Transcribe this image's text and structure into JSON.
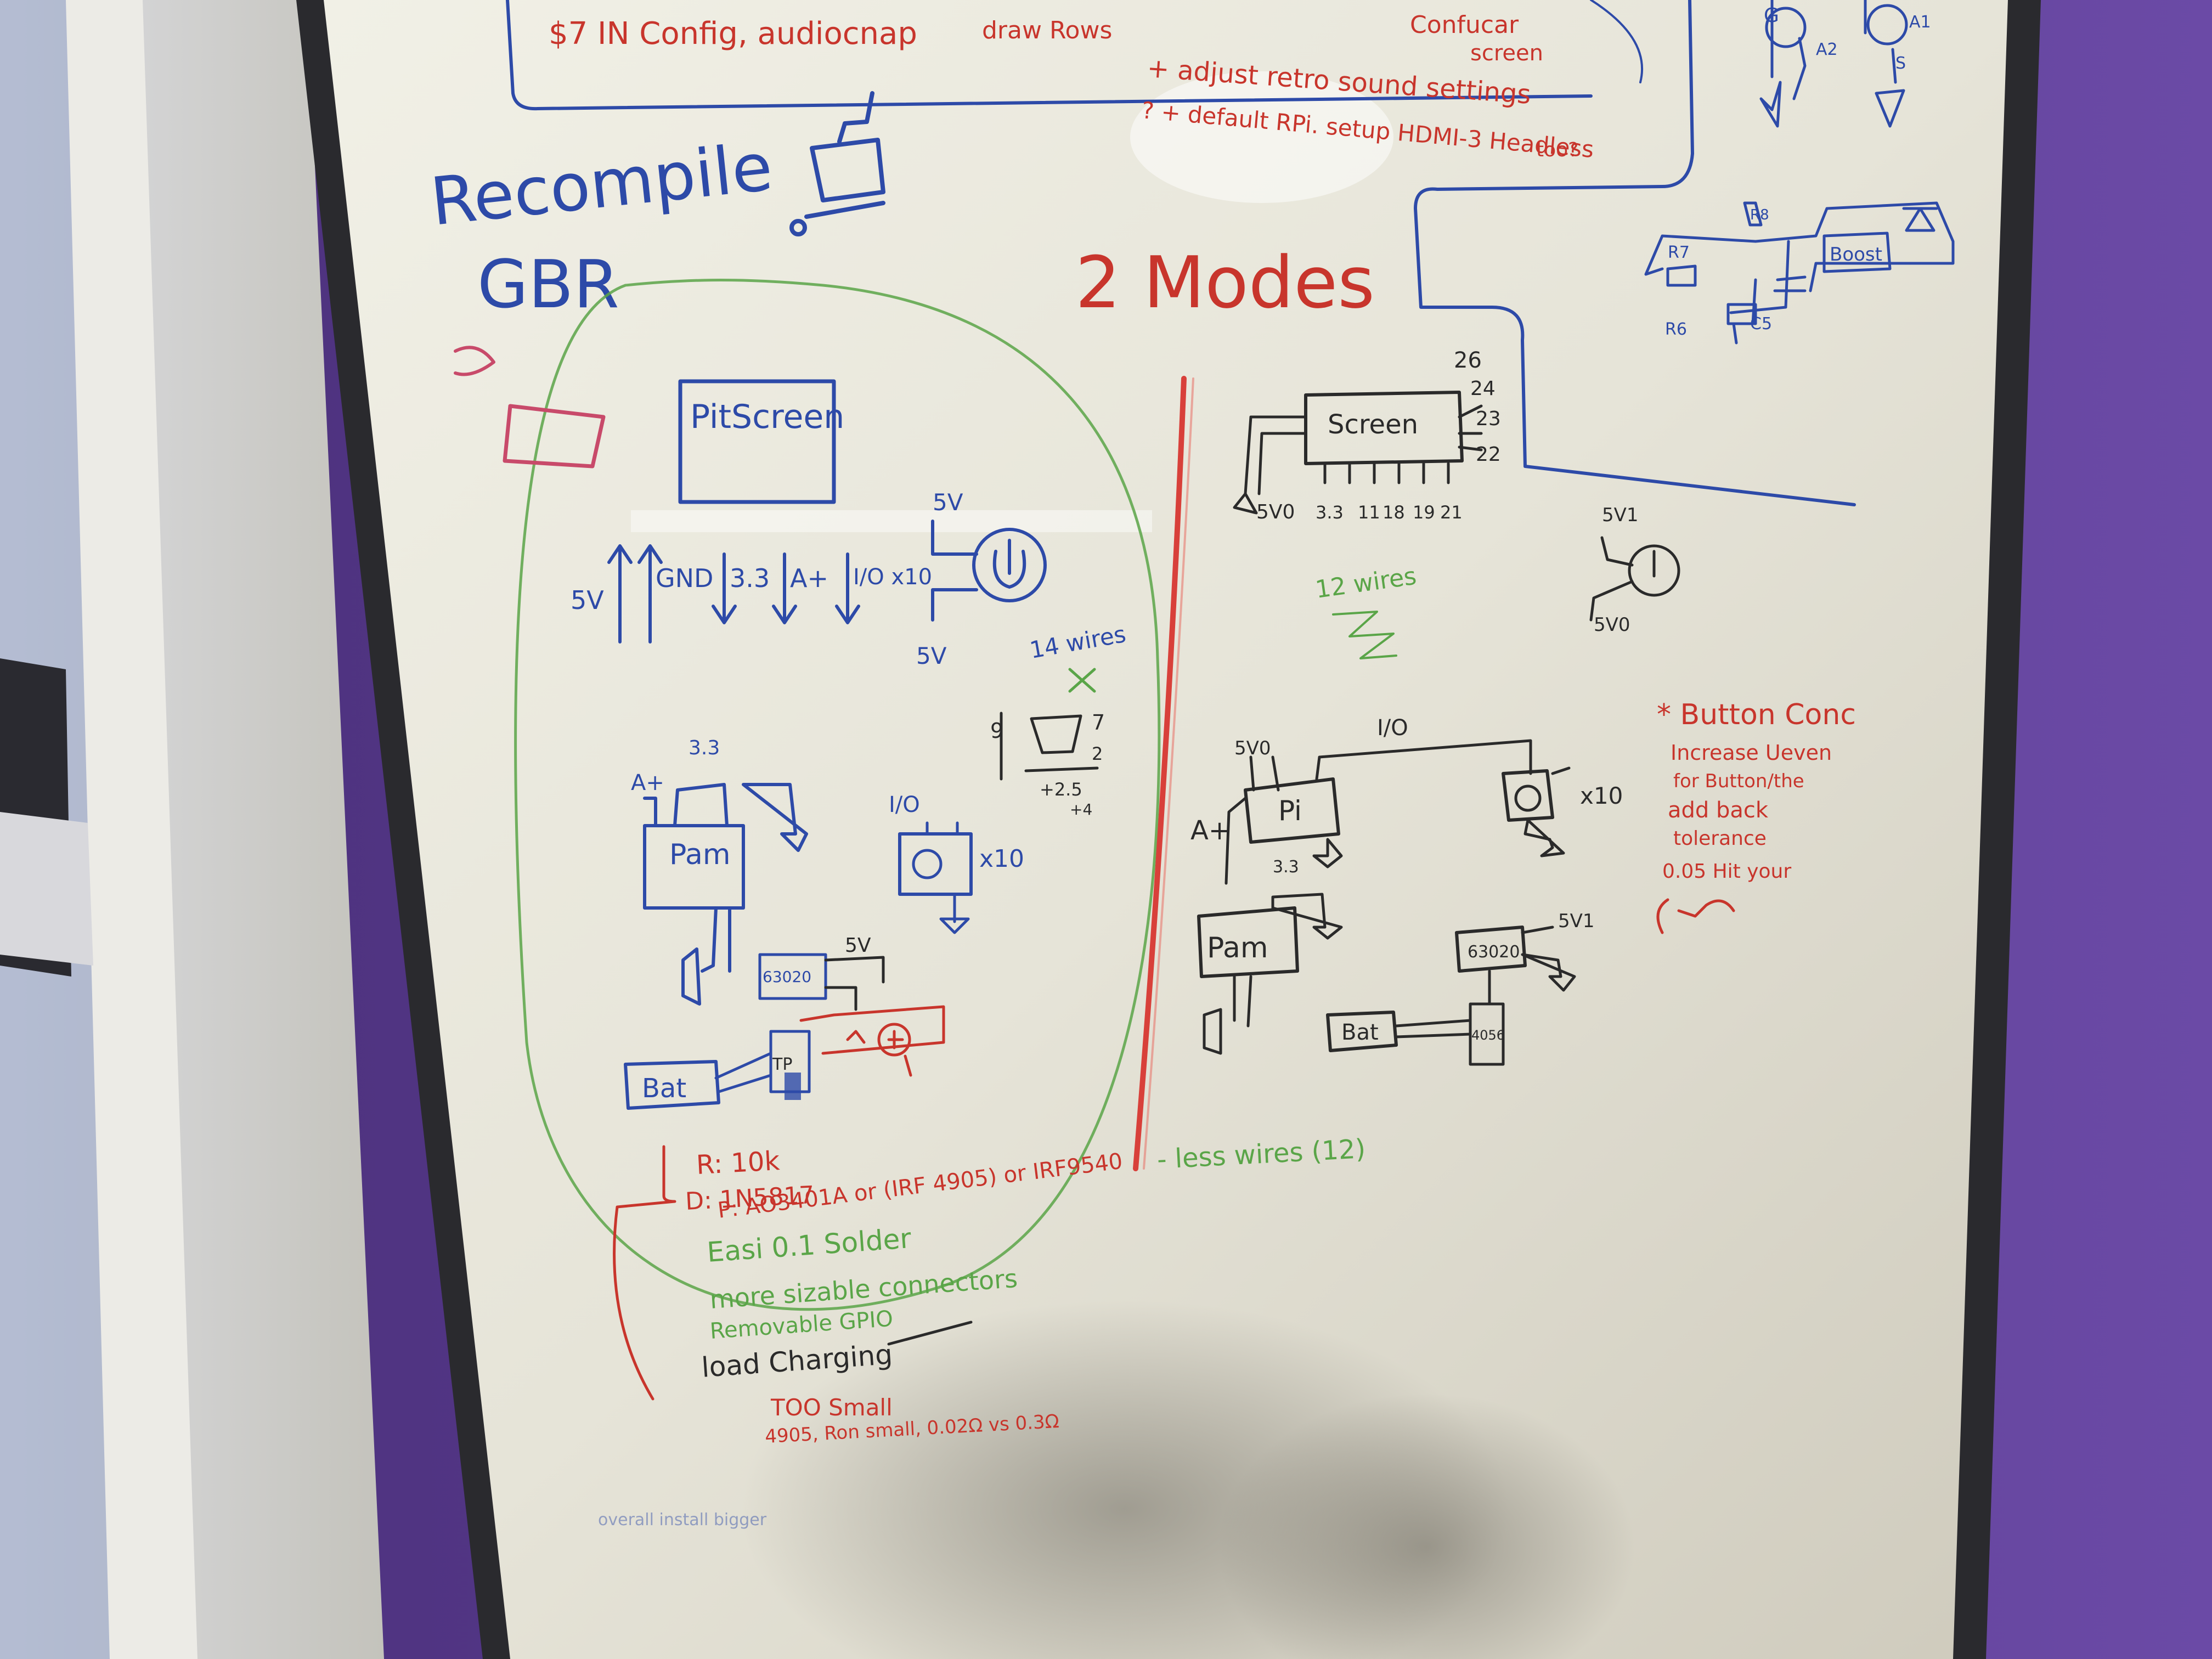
{
  "colors": {
    "board": "#e8e6dc",
    "purple_wall": "#5a3c8e",
    "frame": "#2a2a2e",
    "blue_marker": "#2d4aa8",
    "red_marker": "#c8352c",
    "green_marker": "#5aa548",
    "black_marker": "#2a2a2a"
  },
  "top_notes": {
    "line1": "$7 IN Config, audiocnap",
    "line1b": "draw Rows",
    "line1c": "Confucar",
    "line1d": "screen",
    "line2": "+ adjust retro sound settings",
    "line3": "? + default RPi. setup HDMI-3 Headless",
    "line3b": "too?"
  },
  "titles": {
    "recompile": "Recompile",
    "gbr": "GBR",
    "two_modes": "2 Modes"
  },
  "left_mode": {
    "pitscreen": "PitScreen",
    "pins": [
      "5V",
      "GND",
      "3.3",
      "A+",
      "I/O x10"
    ],
    "sw_top": "5V",
    "sw_bottom": "5V",
    "wires_count": "14 wires",
    "conn_labels": [
      "9",
      "7",
      "2",
      "+2.5",
      "+4"
    ],
    "amp_label": "Pam",
    "amp_33": "3.3",
    "amp_a": "A+",
    "io_label": "I/O",
    "x10": "x10",
    "boost": "63020",
    "boost_5v": "5V",
    "bat": "Bat",
    "parts": [
      "R: 10k",
      "D: 1N5817",
      "P: AO3401A or (IRF 4905) or IRF9540"
    ],
    "pros": [
      "Easi 0.1 Solder",
      "more sizable connectors",
      "Removable GPIO",
      "load Charging"
    ],
    "cons": [
      "TOO Small",
      "4905, Ron small, 0.02Ω vs 0.3Ω"
    ],
    "faint": "overall install bigger"
  },
  "right_mode": {
    "screen": "Screen",
    "screen_pins_bottom": [
      "5V0",
      "3.3",
      "11",
      "18",
      "19",
      "21"
    ],
    "screen_pins_side": [
      "26",
      "24",
      "23",
      "22"
    ],
    "wires_count": "12 wires",
    "sw_top": "5V1",
    "sw_bottom": "5V0",
    "pi": "Pi",
    "pi_5v": "5V0",
    "io": "I/O",
    "x10": "x10",
    "a_plus": "A+",
    "v33": "3.3",
    "pam": "Pam",
    "boost": "63020",
    "boost_5v": "5V1",
    "bat": "Bat",
    "tp": "4056",
    "less_wires": "- less wires (12)"
  },
  "button_notes": {
    "title": "* Button Conc",
    "lines": [
      "Increase Ueven",
      "for Button/the",
      "add back",
      "tolerance",
      "0.05 Hit your"
    ]
  },
  "top_right_circuit": {
    "labels": [
      "G",
      "A2",
      "A1",
      "S",
      "R8",
      "R7",
      "Boost",
      "R6",
      "C5"
    ]
  }
}
